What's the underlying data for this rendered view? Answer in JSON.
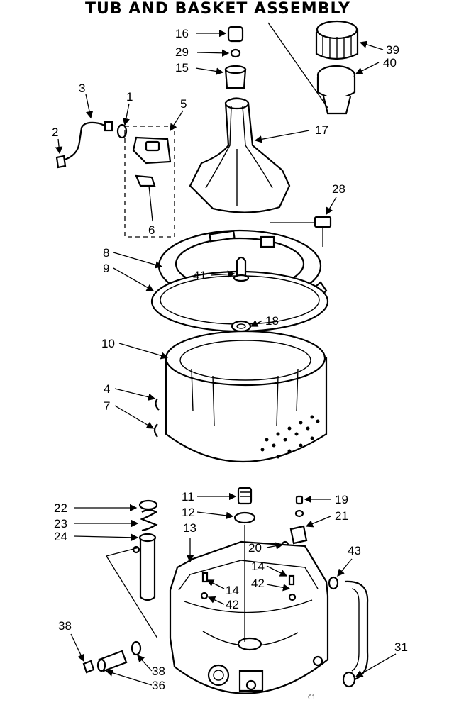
{
  "title": "TUB AND BASKET ASSEMBLY",
  "callouts": [
    "1",
    "2",
    "3",
    "4",
    "5",
    "6",
    "7",
    "8",
    "9",
    "10",
    "11",
    "12",
    "13",
    "14",
    "14",
    "15",
    "16",
    "17",
    "18",
    "19",
    "20",
    "21",
    "22",
    "23",
    "24",
    "28",
    "29",
    "31",
    "36",
    "38",
    "38",
    "39",
    "40",
    "41",
    "42",
    "42",
    "43"
  ],
  "corner_code": "C1"
}
